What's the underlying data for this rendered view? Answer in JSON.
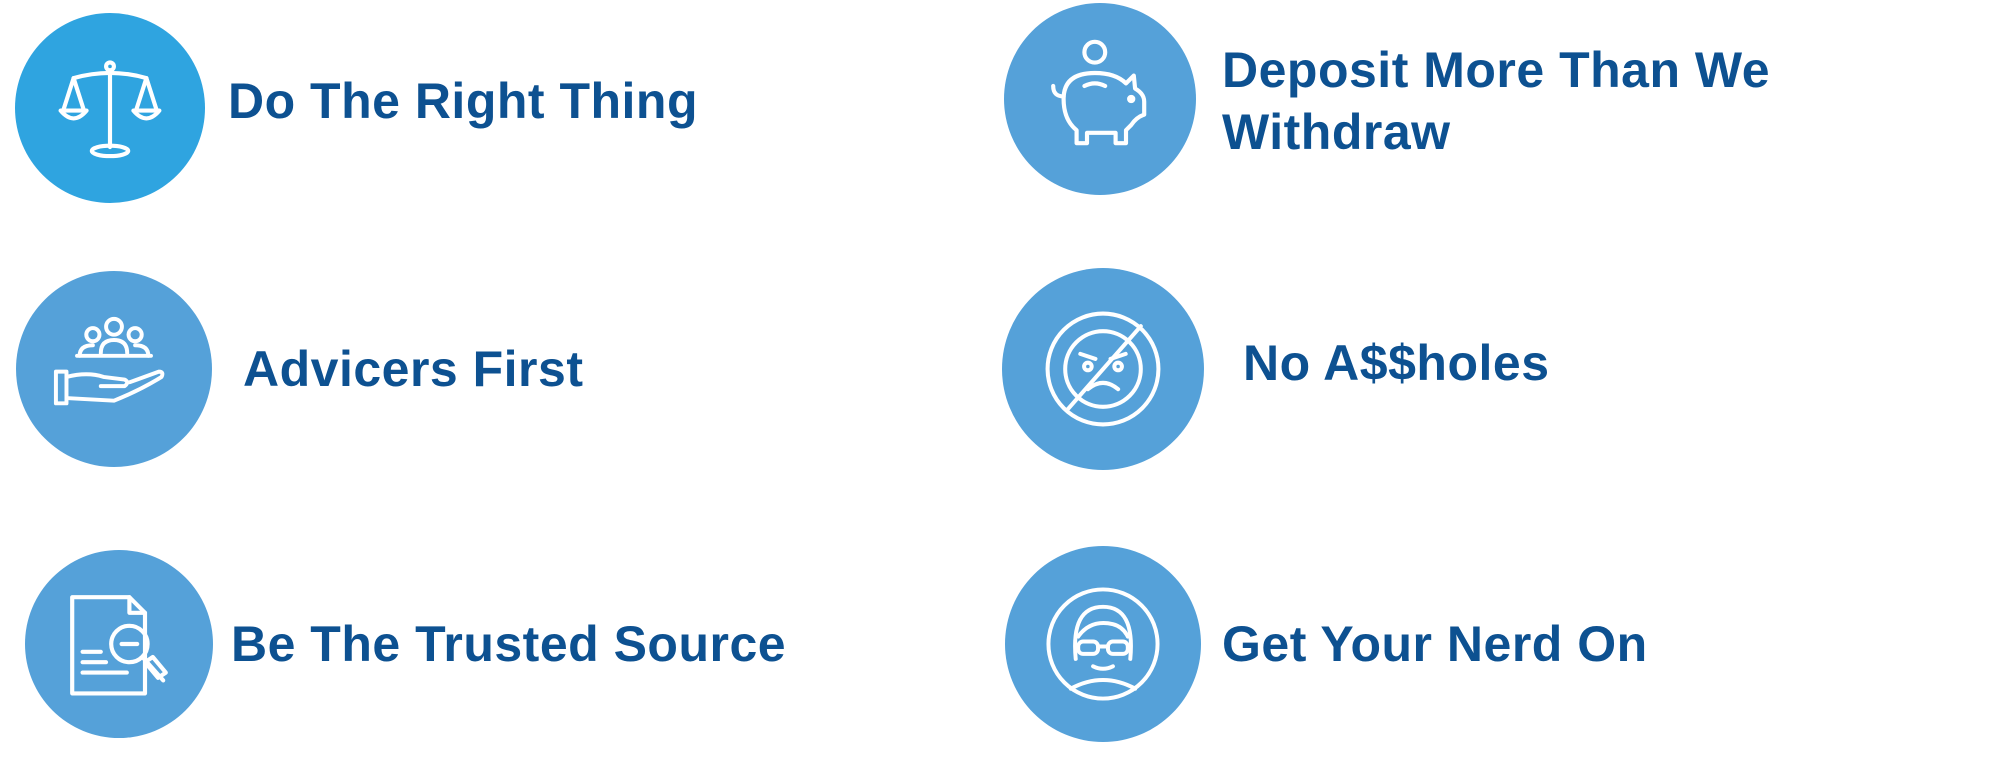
{
  "colors": {
    "primary_circle": "#55a1d9",
    "first_circle": "#2fa4e0",
    "text": "#0d5191",
    "icon_stroke": "#ffffff"
  },
  "values": [
    {
      "id": "right-thing",
      "label": "Do The Right Thing",
      "icon": "scales-icon"
    },
    {
      "id": "deposit",
      "label_lines": [
        "Deposit More Than We",
        "Withdraw"
      ],
      "icon": "piggy-bank-icon"
    },
    {
      "id": "advicers",
      "label": "Advicers First",
      "icon": "people-in-hand-icon"
    },
    {
      "id": "no-assholes",
      "label": "No A$$holes",
      "icon": "no-angry-face-icon"
    },
    {
      "id": "trusted-source",
      "label": "Be The Trusted Source",
      "icon": "document-magnifier-icon"
    },
    {
      "id": "nerd",
      "label": "Get Your Nerd On",
      "icon": "nerd-face-icon"
    }
  ]
}
